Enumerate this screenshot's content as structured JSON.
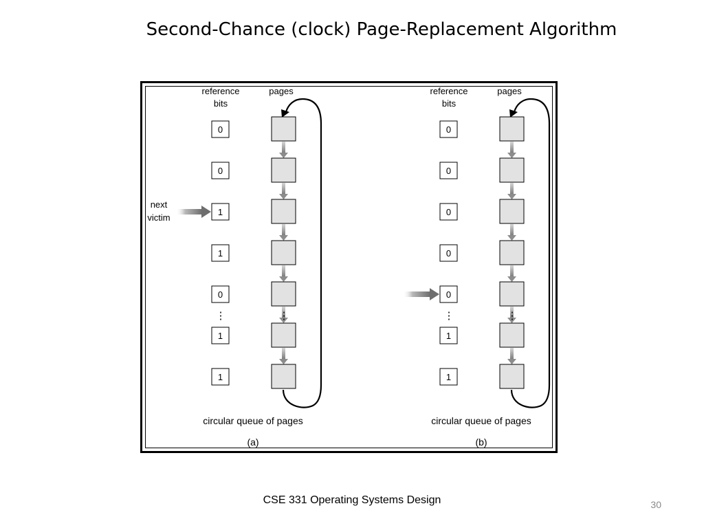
{
  "slide": {
    "title": "Second-Chance (clock) Page-Replacement Algorithm",
    "footer": "CSE 331 Operating Systems Design",
    "page_number": "30"
  },
  "labels": {
    "reference_bits_line1": "reference",
    "reference_bits_line2": "bits",
    "pages": "pages",
    "circular_queue": "circular queue of pages",
    "next_victim_line1": "next",
    "next_victim_line2": "victim",
    "ellipsis": "⋮"
  },
  "panels": [
    {
      "caption": "(a)",
      "bits": [
        "0",
        "0",
        "1",
        "1",
        "0",
        "1",
        "1"
      ],
      "pointer_row": 2,
      "pointer_label": true
    },
    {
      "caption": "(b)",
      "bits": [
        "0",
        "0",
        "0",
        "0",
        "0",
        "1",
        "1"
      ],
      "pointer_row": 4,
      "pointer_label": false
    }
  ],
  "colors": {
    "page_fill": "#e2e2e2",
    "arrow_gray": "#8c8c8c",
    "frame": "#000000"
  }
}
